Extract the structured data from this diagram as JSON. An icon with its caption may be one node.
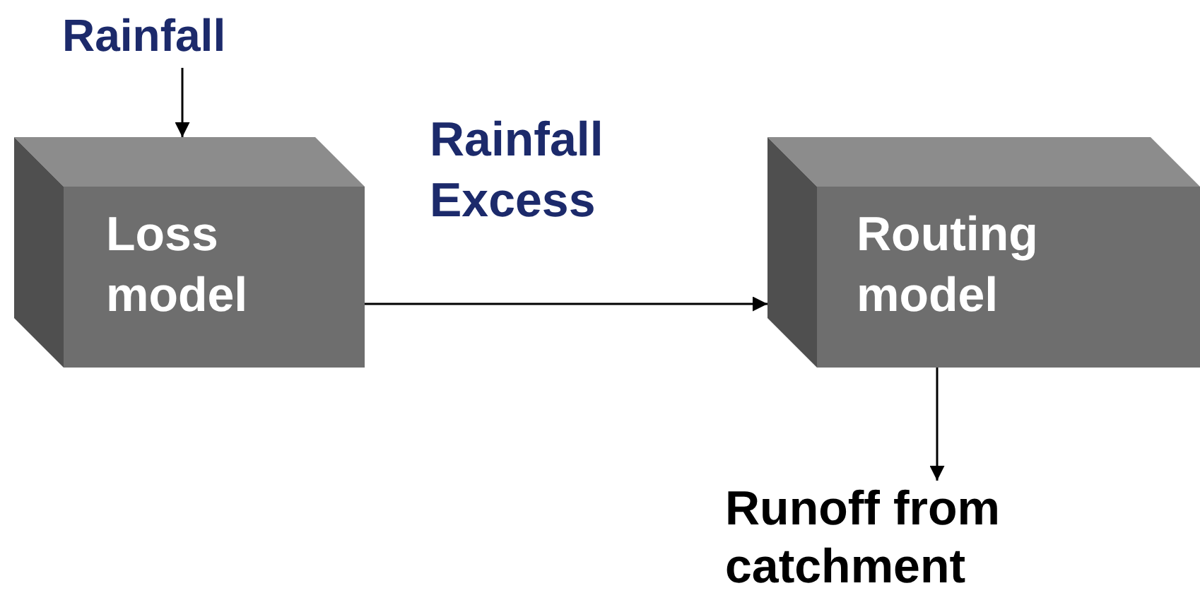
{
  "diagram": {
    "nodes": [
      {
        "text": [
          "Rainfall"
        ]
      },
      {
        "text": [
          "Loss model"
        ]
      },
      {
        "text": [
          "Routing model"
        ]
      },
      {
        "text": [
          "Runoff from catchment"
        ]
      }
    ],
    "edges": [
      {
        "from": 0,
        "to": 1,
        "arrow": "to"
      },
      {
        "from": 1,
        "to": 2,
        "arrow": "to",
        "label": "Rainfall Excess"
      },
      {
        "from": 2,
        "to": 3,
        "arrow": "to"
      }
    ]
  }
}
